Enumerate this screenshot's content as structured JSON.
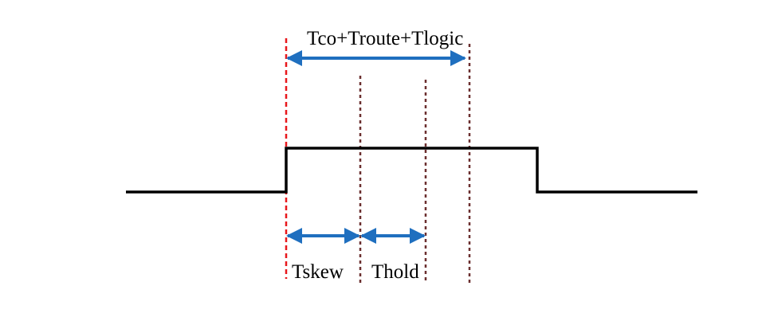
{
  "labels": {
    "total_delay": "Tco+Troute+Tlogic",
    "skew": "Tskew",
    "hold": "Thold"
  },
  "colors": {
    "signal": "#000000",
    "launch_edge": "#e8171b",
    "time_markers": "#6b2f2f",
    "arrows": "#1f6fbf"
  }
}
